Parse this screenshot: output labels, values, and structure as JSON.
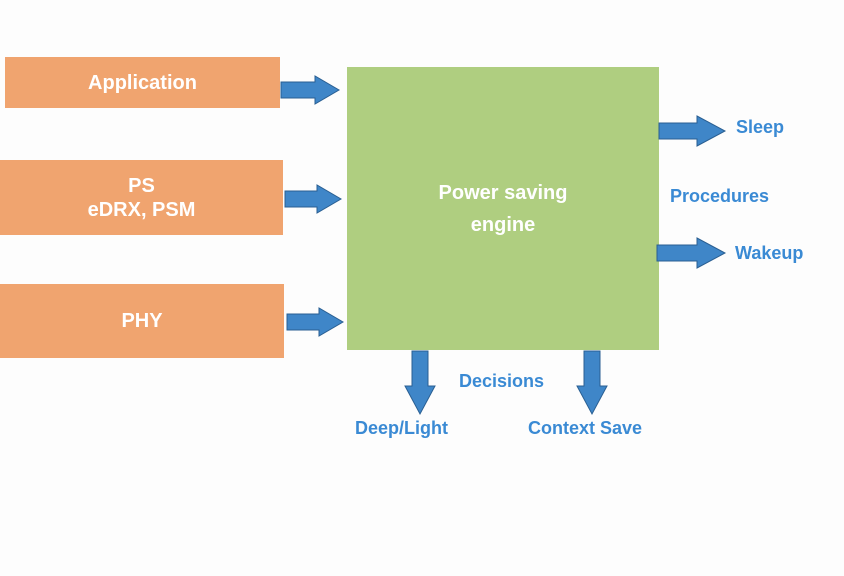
{
  "inputs": {
    "application": "Application",
    "ps_line1": "PS",
    "ps_line2": "eDRX, PSM",
    "phy": "PHY"
  },
  "engine": {
    "line1": "Power saving",
    "line2": "engine"
  },
  "outputs": {
    "procedures_label": "Procedures",
    "sleep": "Sleep",
    "wakeup": "Wakeup",
    "decisions_label": "Decisions",
    "deep_light": "Deep/Light",
    "context_save": "Context Save"
  },
  "colors": {
    "input_box": "#f0a46f",
    "engine_box": "#afce80",
    "arrow": "#3f86c8",
    "label_text": "#3a8ad4"
  }
}
